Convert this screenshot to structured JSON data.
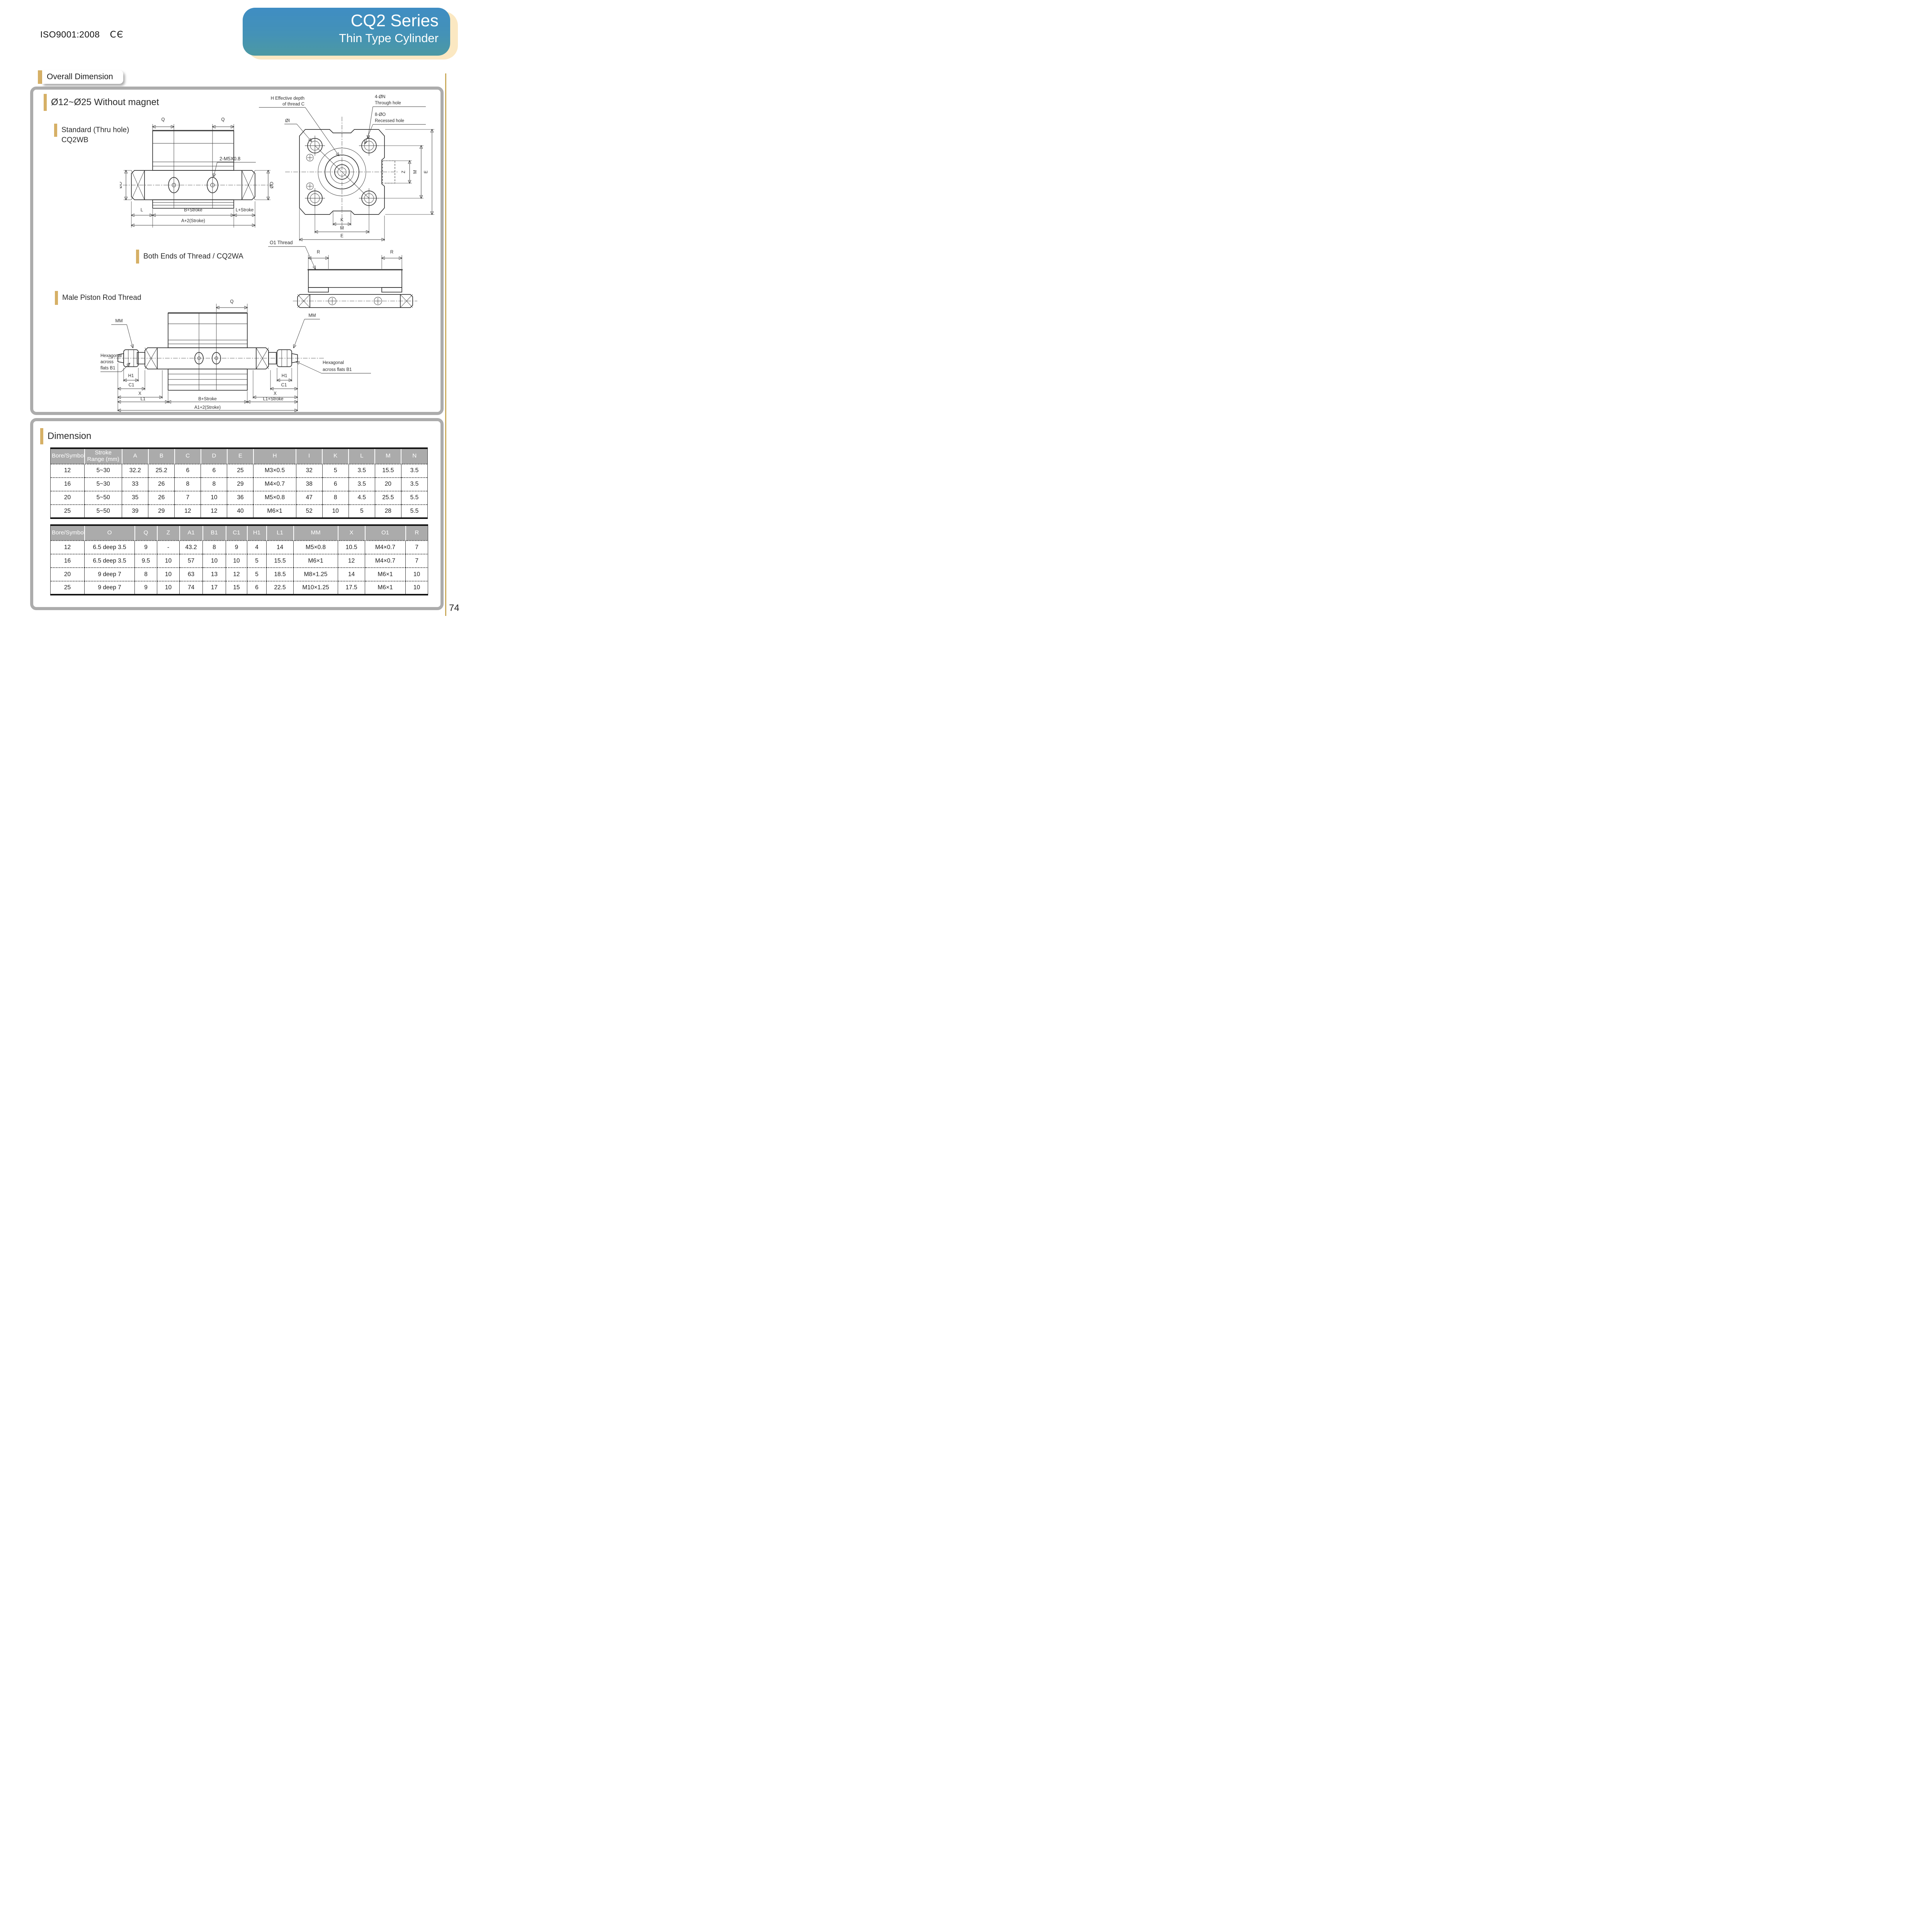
{
  "header": {
    "iso_text": "ISO9001:2008",
    "ce_mark": "CЄ",
    "series_title": "CQ2 Series",
    "series_subtitle": "Thin Type Cylinder"
  },
  "sections": {
    "overall": "Overall Dimension",
    "dimension": "Dimension"
  },
  "page_number": "74",
  "diagram": {
    "main_heading": "Ø12~Ø25 Without magnet",
    "standard_label_line1": "Standard (Thru hole)",
    "standard_label_line2": "CQ2WB",
    "both_ends_heading": "Both Ends of Thread / CQ2WA",
    "male_heading": "Male Piston Rod Thread",
    "side_view": {
      "q": "Q",
      "od": "ØD",
      "port_label": "2-M5X0.8",
      "dim_l": "L",
      "dim_b_stroke": "B+Stroke",
      "dim_l_stroke": "L+Stroke",
      "dim_a2_stroke": "A+2(Stroke)"
    },
    "front_view": {
      "h_line1": "H Effective depth",
      "h_line2": "of thread C",
      "n_line1": "4-ØN",
      "n_line2": "Through hole",
      "o_line1": "8-ØO",
      "o_line2": "Recessed hole",
      "oi": "ØI",
      "dim_z": "Z",
      "dim_m": "M",
      "dim_e": "E",
      "dim_k": "K"
    },
    "thread_view": {
      "o1_label": "O1 Thread",
      "r": "R"
    },
    "male_view": {
      "q": "Q",
      "mm": "MM",
      "hex_left": [
        "Hexagonal",
        "across",
        "flats B1"
      ],
      "hex_right": [
        "Hexagonal",
        "across flats B1"
      ],
      "h1": "H1",
      "c1": "C1",
      "x": "X",
      "dim_l1": "L1",
      "dim_b_stroke": "B+Stroke",
      "dim_l1_stroke": "L1+Stroke",
      "dim_a12_stroke": "A1+2(Stroke)"
    }
  },
  "table1": {
    "headers": [
      "Bore/Symbol",
      "Stroke Range (mm)",
      "A",
      "B",
      "C",
      "D",
      "E",
      "H",
      "I",
      "K",
      "L",
      "M",
      "N"
    ],
    "rows": [
      [
        "12",
        "5~30",
        "32.2",
        "25.2",
        "6",
        "6",
        "25",
        "M3×0.5",
        "32",
        "5",
        "3.5",
        "15.5",
        "3.5"
      ],
      [
        "16",
        "5~30",
        "33",
        "26",
        "8",
        "8",
        "29",
        "M4×0.7",
        "38",
        "6",
        "3.5",
        "20",
        "3.5"
      ],
      [
        "20",
        "5~50",
        "35",
        "26",
        "7",
        "10",
        "36",
        "M5×0.8",
        "47",
        "8",
        "4.5",
        "25.5",
        "5.5"
      ],
      [
        "25",
        "5~50",
        "39",
        "29",
        "12",
        "12",
        "40",
        "M6×1",
        "52",
        "10",
        "5",
        "28",
        "5.5"
      ]
    ]
  },
  "table2": {
    "headers": [
      "Bore/Symbol",
      "O",
      "Q",
      "Z",
      "A1",
      "B1",
      "C1",
      "H1",
      "L1",
      "MM",
      "X",
      "O1",
      "R"
    ],
    "rows": [
      [
        "12",
        "6.5 deep 3.5",
        "9",
        "-",
        "43.2",
        "8",
        "9",
        "4",
        "14",
        "M5×0.8",
        "10.5",
        "M4×0.7",
        "7"
      ],
      [
        "16",
        "6.5 deep 3.5",
        "9.5",
        "10",
        "57",
        "10",
        "10",
        "5",
        "15.5",
        "M6×1",
        "12",
        "M4×0.7",
        "7"
      ],
      [
        "20",
        "9 deep 7",
        "8",
        "10",
        "63",
        "13",
        "12",
        "5",
        "18.5",
        "M8×1.25",
        "14",
        "M6×1",
        "10"
      ],
      [
        "25",
        "9 deep 7",
        "9",
        "10",
        "74",
        "17",
        "15",
        "6",
        "22.5",
        "M10×1.25",
        "17.5",
        "M6×1",
        "10"
      ]
    ]
  },
  "colors": {
    "accent_gold": "#D6B066",
    "gold_line": "#C9A959",
    "banner_blue_top": "#3F8DC3",
    "banner_teal_bottom": "#4C99A3",
    "banner_halo": "#FBE8C2",
    "frame_gray": "#ACACAC",
    "table_header_bg": "#ABABAB"
  }
}
